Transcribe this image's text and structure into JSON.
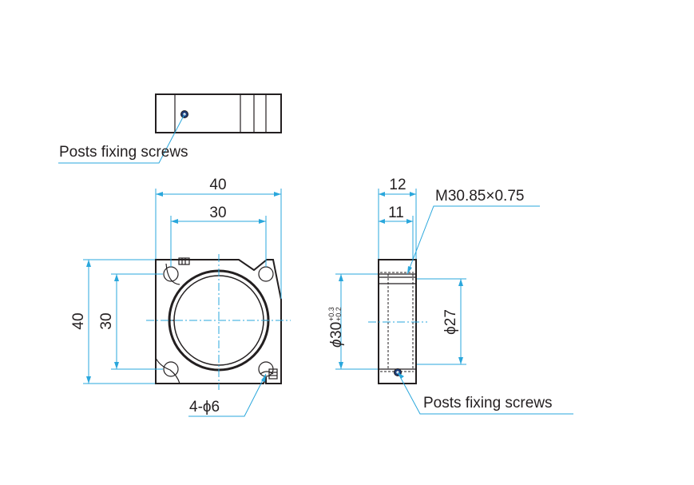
{
  "colors": {
    "part_line": "#231f20",
    "dimension_line": "#2aa7dc",
    "background": "#ffffff"
  },
  "callouts": {
    "top_view_screws": "Posts fixing screws",
    "side_view_screws": "Posts fixing screws",
    "holes": "4-ϕ6",
    "thread": "M30.85×0.75"
  },
  "front_view": {
    "width_outer": "40",
    "width_holes": "30",
    "height_outer": "40",
    "height_holes": "30"
  },
  "side_view": {
    "width_outer": "12",
    "width_inner": "11",
    "bore_diameter_symbol": "ϕ",
    "bore_diameter": "30",
    "bore_tol_upper": "+0.3",
    "bore_tol_lower": "+0.2",
    "thread_diameter": "ϕ27"
  }
}
